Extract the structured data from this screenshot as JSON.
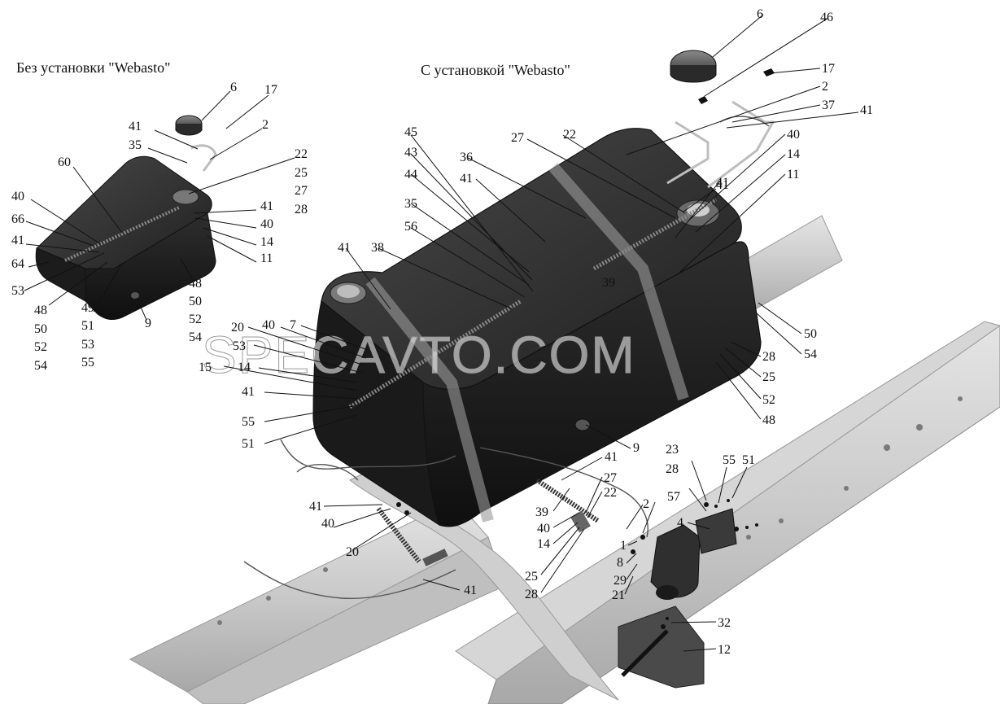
{
  "captions": {
    "left": "Без установки  \"Webasto\"",
    "right": "С установкой  \"Webasto\""
  },
  "watermark": "SPECAVTO.COM",
  "left_callouts": [
    "6",
    "17",
    "41",
    "2",
    "35",
    "22",
    "60",
    "25",
    "27",
    "28",
    "40",
    "41",
    "66",
    "40",
    "41",
    "14",
    "64",
    "11",
    "53",
    "48",
    "48",
    "50",
    "49",
    "50",
    "51",
    "52",
    "52",
    "53",
    "54",
    "54",
    "55",
    "9"
  ],
  "right_callouts": [
    "6",
    "46",
    "17",
    "2",
    "37",
    "41",
    "45",
    "27",
    "22",
    "43",
    "36",
    "40",
    "44",
    "41",
    "14",
    "41",
    "35",
    "11",
    "41",
    "56",
    "41",
    "38",
    "39",
    "50",
    "7",
    "40",
    "20",
    "53",
    "28",
    "54",
    "15",
    "14",
    "25",
    "41",
    "52",
    "55",
    "48",
    "51",
    "9",
    "41",
    "27",
    "22",
    "39",
    "2",
    "41",
    "40",
    "57",
    "40",
    "14",
    "1",
    "8",
    "29",
    "21",
    "20",
    "25",
    "28",
    "41",
    "23",
    "55",
    "51",
    "28",
    "4",
    "32",
    "12"
  ]
}
